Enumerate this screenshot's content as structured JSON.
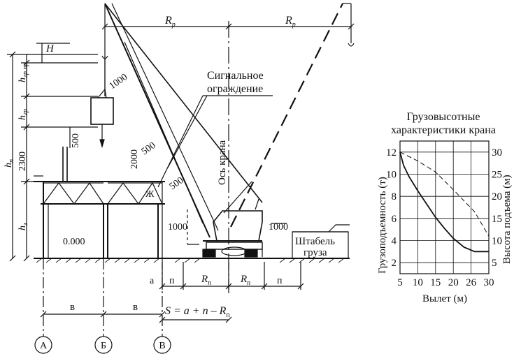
{
  "labels": {
    "rp_left": "R",
    "rp_right": "R",
    "rp_sub": "р",
    "H": "H",
    "h_gr_pr": "h",
    "h_gr_pr_sub": "гр.пр",
    "h_gr": "h",
    "h_gr_sub": "гр",
    "h_p": "h",
    "h_p_sub": "п",
    "h_z": "h",
    "h_z_sub": "з",
    "dim_2300": "2300",
    "dim_500_a": "500",
    "dim_500_b": "500",
    "dim_500_c": "500",
    "dim_1000_a": "1000",
    "dim_1000_b": "1000",
    "dim_1000_c": "1000",
    "dim_2000": "2000",
    "zero_level": "0.000",
    "zh": "Ж",
    "signal_1": "Сигнальное",
    "signal_2": "ограждение",
    "axis_crane": "Ось крана",
    "stack_1": "Штабель",
    "stack_2": "груза",
    "bottom_a": "а",
    "bottom_p1": "п",
    "bottom_rp1": "R",
    "bottom_rp1_sub": "п",
    "bottom_rp2": "R",
    "bottom_rp2_sub": "п",
    "bottom_p2": "п",
    "formula": "S = а + п – R",
    "formula_sub": "п",
    "span_v1": "в",
    "span_v2": "в",
    "axis_A": "А",
    "axis_B": "Б",
    "axis_V": "В"
  },
  "chart_data": {
    "type": "line",
    "title": "Грузовысотные характеристики крана",
    "title_line1": "Грузовысотные",
    "title_line2": "характеристики крана",
    "xlabel": "Вылет (м)",
    "ylabel": "Грузоподъемность (т)",
    "y2label": "Высота подъема (м)",
    "x_ticks": [
      "5",
      "10",
      "15",
      "20",
      "26",
      "30"
    ],
    "y_ticks": [
      "2",
      "4",
      "6",
      "8",
      "10",
      "12"
    ],
    "y2_ticks": [
      "5",
      "10",
      "15",
      "20",
      "25",
      "30"
    ],
    "xlim": [
      5,
      30
    ],
    "ylim": [
      1,
      13
    ],
    "y2lim": [
      2.5,
      32.5
    ],
    "grid": true,
    "series": [
      {
        "axis": "left",
        "style": "solid",
        "x": [
          5,
          6,
          7.5,
          10,
          12.5,
          15,
          17.5,
          20,
          23,
          26,
          30
        ],
        "y": [
          12,
          10.8,
          9.8,
          8.5,
          7.3,
          6.1,
          5.1,
          4.2,
          3.4,
          3.0,
          3.0
        ]
      },
      {
        "axis": "right",
        "style": "dashed",
        "x": [
          5,
          10,
          15,
          20,
          26,
          30
        ],
        "y": [
          30,
          28,
          25.5,
          21.5,
          16.5,
          11
        ]
      }
    ]
  }
}
